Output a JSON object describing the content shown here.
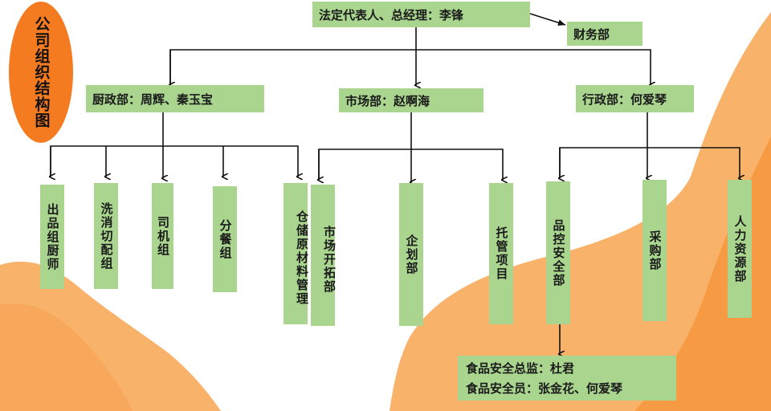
{
  "title": "公司组织结构图",
  "top": {
    "legal_rep": "法定代表人、总经理：李锋",
    "finance": "财务部"
  },
  "departments": {
    "kitchen": "厨政部：周辉、秦玉宝",
    "market": "市场部：赵啊海",
    "admin": "行政部：何爱琴"
  },
  "kitchen_units": [
    "出品组厨师",
    "洗消切配组",
    "司机组",
    "分餐组",
    "仓储原材料管理"
  ],
  "market_units": [
    "市场开拓部",
    "企划部",
    "托管项目"
  ],
  "admin_units": [
    "品控安全部",
    "采购部",
    "人力资源部"
  ],
  "food_safety": {
    "director": "食品安全总监：杜君",
    "staff": "食品安全员：张金花、何爱琴"
  },
  "colors": {
    "box": "#a9d58f",
    "orange_dark": "#f58a2c",
    "orange_light": "#f9b26a",
    "title_oval": "#f47b20"
  }
}
